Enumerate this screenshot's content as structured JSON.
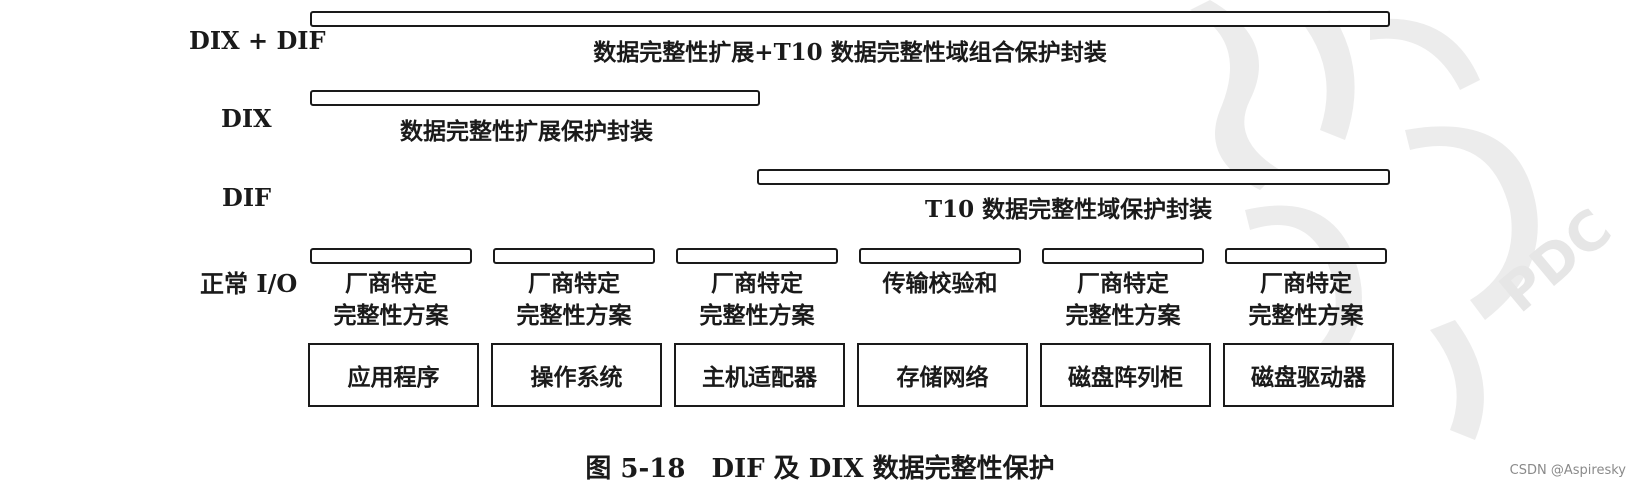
{
  "rows": {
    "dix_dif": {
      "label": "DIX + DIF",
      "bar_text": "数据完整性扩展+T10 数据完整性域组合保护封装"
    },
    "dix": {
      "label": "DIX",
      "bar_text": "数据完整性扩展保护封装"
    },
    "dif": {
      "label": "DIF",
      "bar_text": "T10 数据完整性域保护封装"
    },
    "normal_io": {
      "label": "正常 I/O"
    }
  },
  "schemes": [
    "厂商特定\n完整性方案",
    "厂商特定\n完整性方案",
    "厂商特定\n完整性方案",
    "传输校验和",
    "厂商特定\n完整性方案",
    "厂商特定\n完整性方案"
  ],
  "components": [
    "应用程序",
    "操作系统",
    "主机适配器",
    "存储网络",
    "磁盘阵列柜",
    "磁盘驱动器"
  ],
  "caption": "图 5-18　DIF 及 DIX 数据完整性保护",
  "credit": "CSDN @Aspiresky"
}
